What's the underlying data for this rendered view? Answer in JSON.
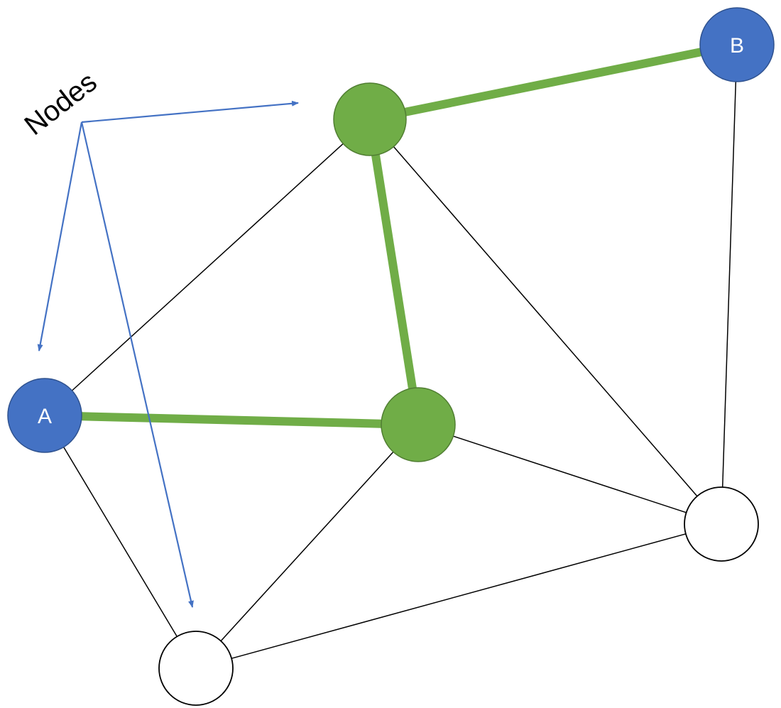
{
  "diagram": {
    "type": "graph",
    "annotation": {
      "text": "Nodes"
    },
    "colors": {
      "endpoint_node": "#4472C4",
      "path_node": "#70AD47",
      "path_edge": "#70AD47",
      "edge": "#000000",
      "annotation_arrow": "#4472C4",
      "plain_node_fill": "#FFFFFF"
    },
    "nodes": [
      {
        "id": "a",
        "label": "A",
        "kind": "endpoint"
      },
      {
        "id": "b",
        "label": "B",
        "kind": "endpoint"
      },
      {
        "id": "top",
        "label": "",
        "kind": "path"
      },
      {
        "id": "mid",
        "label": "",
        "kind": "path"
      },
      {
        "id": "right",
        "label": "",
        "kind": "plain"
      },
      {
        "id": "bottom",
        "label": "",
        "kind": "plain"
      }
    ],
    "edges": [
      {
        "from": "a",
        "to": "top",
        "on_path": false
      },
      {
        "from": "a",
        "to": "mid",
        "on_path": true
      },
      {
        "from": "a",
        "to": "bottom",
        "on_path": false
      },
      {
        "from": "top",
        "to": "b",
        "on_path": true
      },
      {
        "from": "top",
        "to": "mid",
        "on_path": true
      },
      {
        "from": "top",
        "to": "right",
        "on_path": false
      },
      {
        "from": "b",
        "to": "right",
        "on_path": false
      },
      {
        "from": "mid",
        "to": "right",
        "on_path": false
      },
      {
        "from": "mid",
        "to": "bottom",
        "on_path": false
      },
      {
        "from": "bottom",
        "to": "right",
        "on_path": false
      }
    ],
    "annotation_targets": [
      "top",
      "a",
      "bottom"
    ]
  }
}
